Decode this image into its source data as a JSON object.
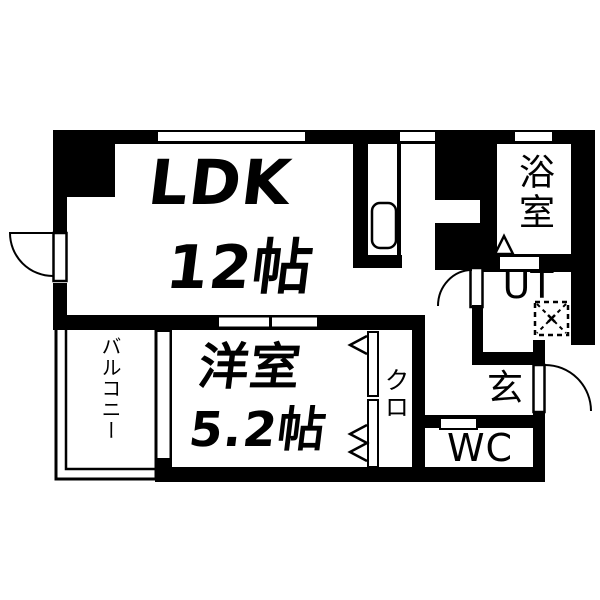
{
  "plan_type": "apartment-floor-plan",
  "rooms": {
    "ldk": {
      "name": "LDK",
      "size": "12帖"
    },
    "western": {
      "name": "洋室",
      "size": "5.2帖"
    },
    "balcony": {
      "name": "バルコニー"
    },
    "closet": {
      "name": "クロ"
    },
    "bathroom": {
      "name": "浴室"
    },
    "utility": {
      "name": "UT"
    },
    "entrance": {
      "name": "玄"
    },
    "toilet": {
      "name": "WC"
    }
  },
  "colors": {
    "wall": "#000000",
    "floor": "#ffffff",
    "line": "#000000"
  },
  "symbols": {
    "door_swing_arc": "quarter-circle-arc",
    "sliding_window": "white-gap-in-wall",
    "washer_space": "dashed-square-with-x",
    "folding_closet_door": "zigzag-chevrons",
    "kitchen_sink": "rounded-rect",
    "door_direction_marker": "triangle"
  }
}
